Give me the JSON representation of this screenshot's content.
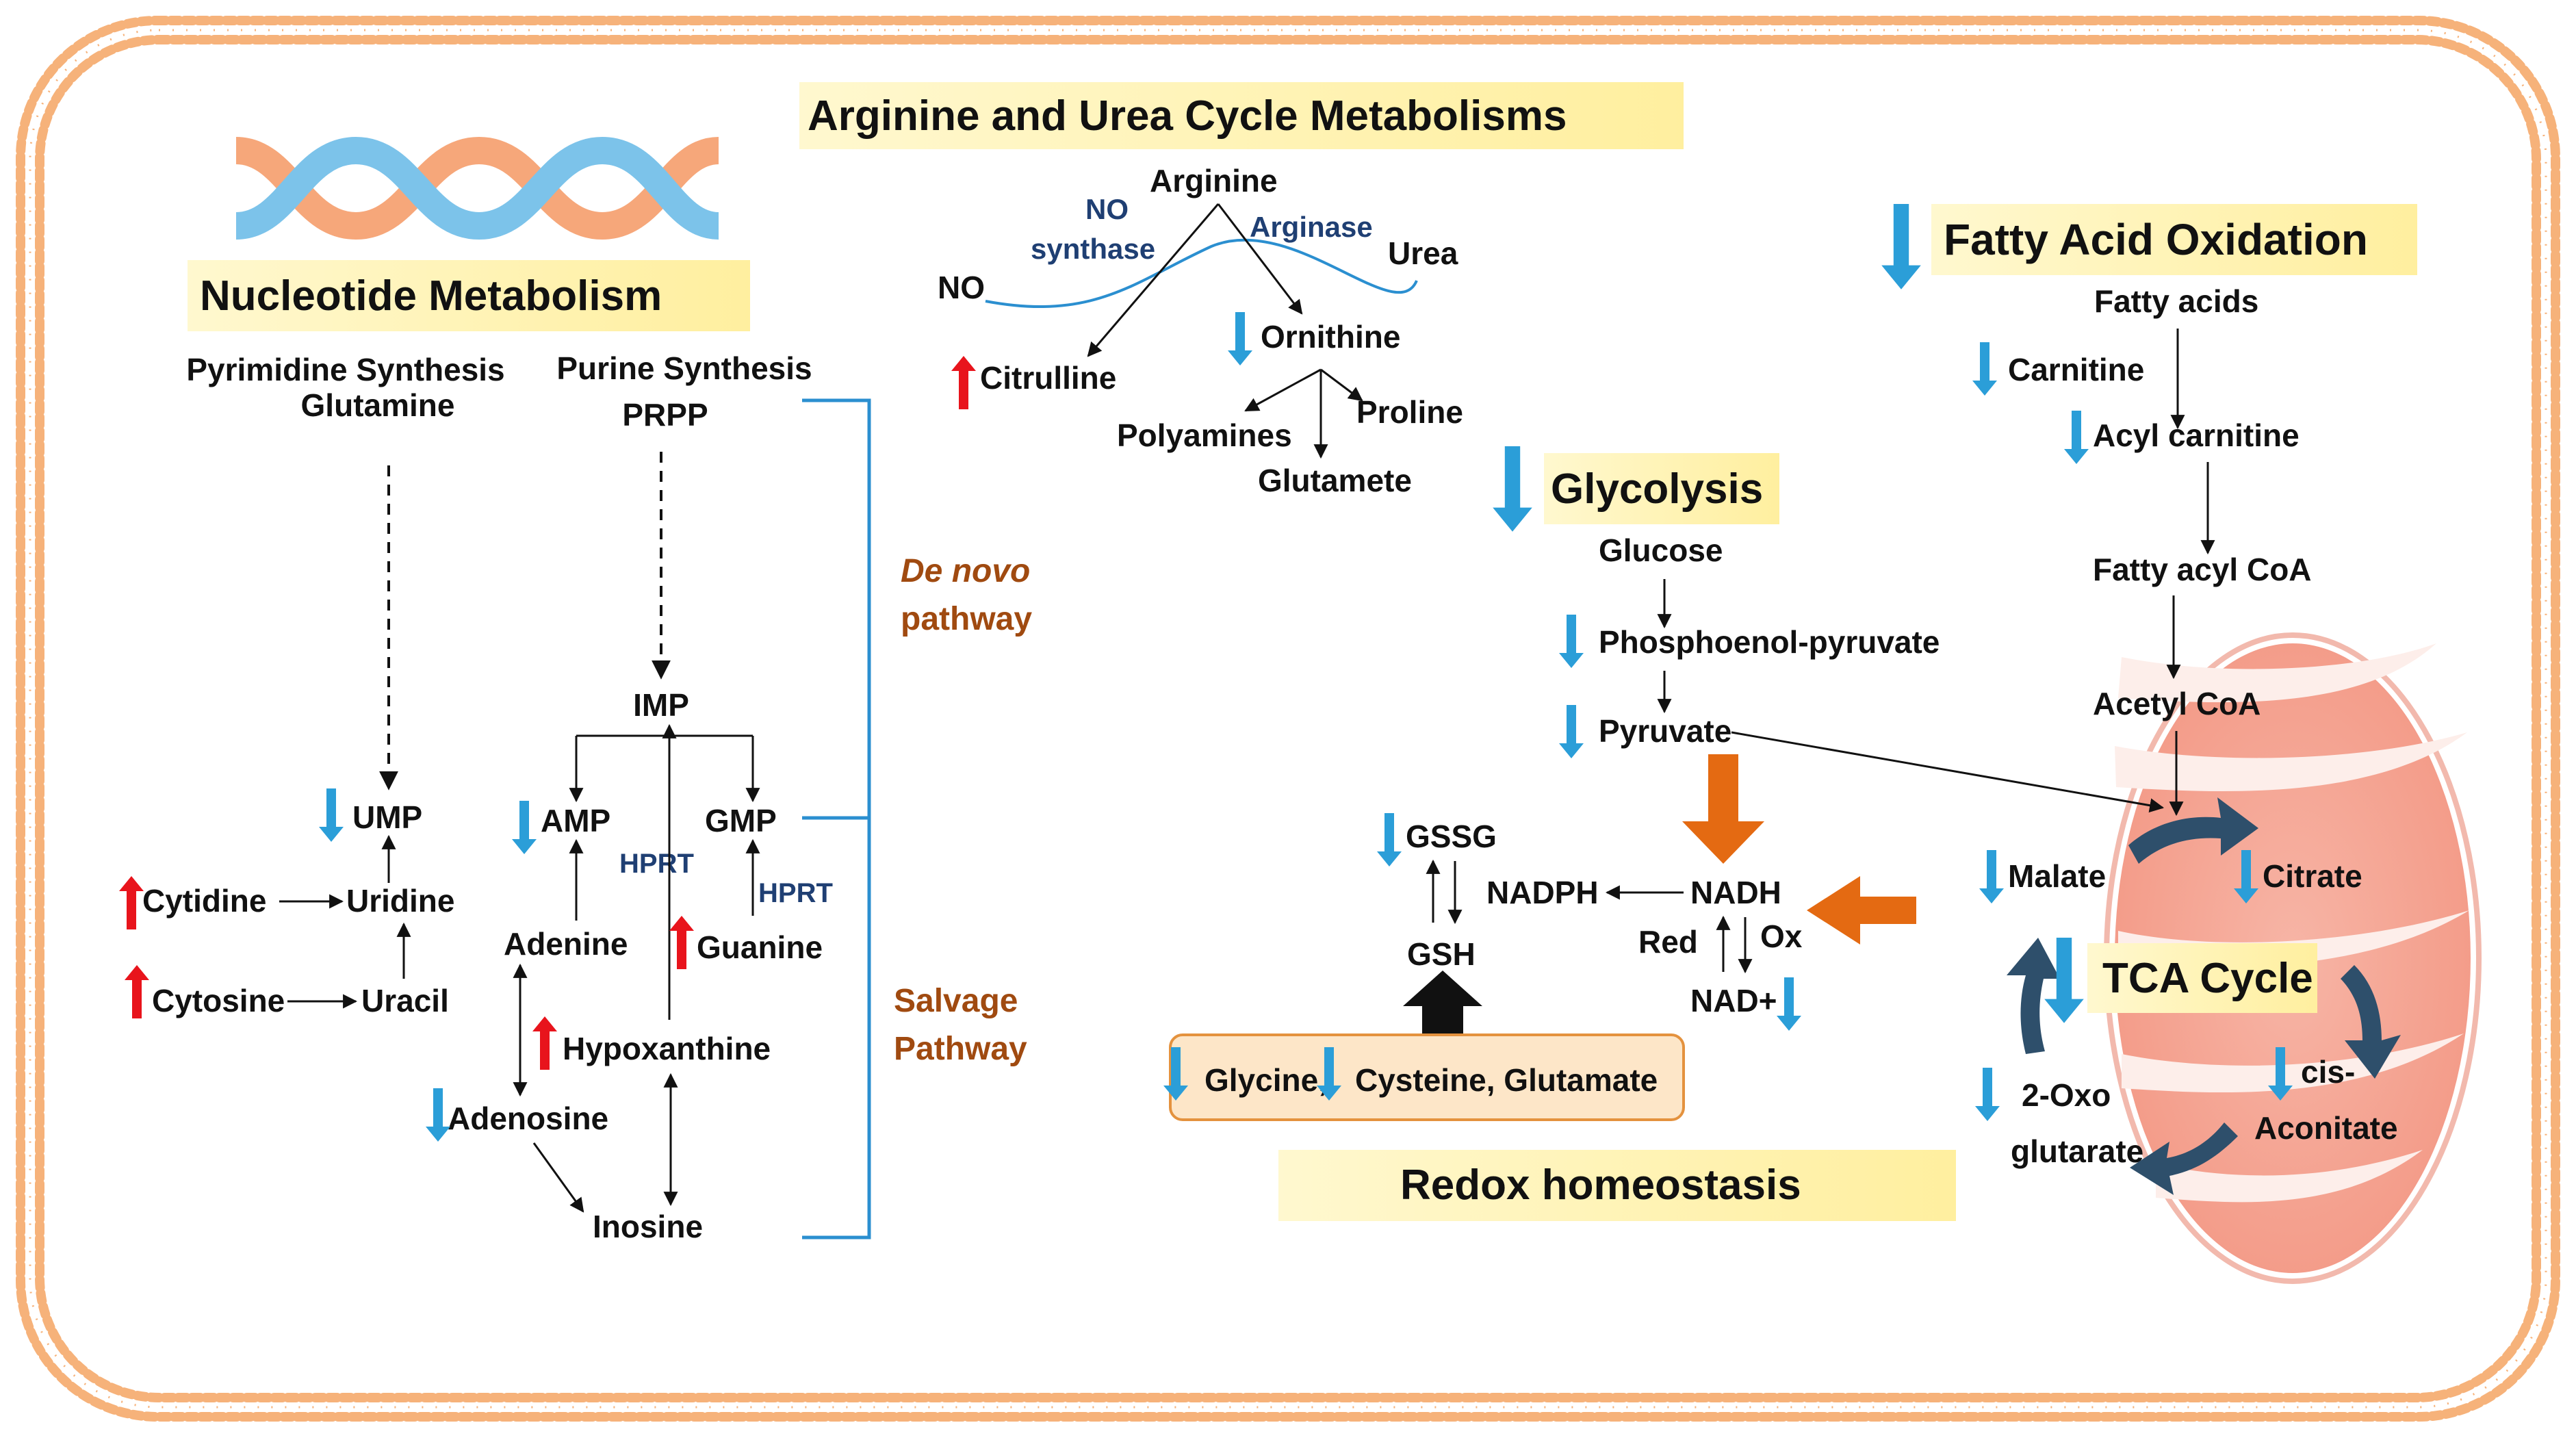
{
  "titles": {
    "arginine": "Arginine and Urea Cycle Metabolisms",
    "nucleotide": "Nucleotide Metabolism",
    "fatty_acid": "Fatty Acid Oxidation",
    "glycolysis": "Glycolysis",
    "tca": "TCA Cycle",
    "redox": "Redox homeostasis"
  },
  "nucleotide": {
    "pyrimidine_synthesis": "Pyrimidine Synthesis",
    "glutamine": "Glutamine",
    "purine_synthesis": "Purine Synthesis",
    "prpp": "PRPP",
    "imp": "IMP",
    "ump": "UMP",
    "amp": "AMP",
    "gmp": "GMP",
    "hprt": "HPRT",
    "cytidine": "Cytidine",
    "uridine": "Uridine",
    "cytosine": "Cytosine",
    "uracil": "Uracil",
    "adenine": "Adenine",
    "guanine": "Guanine",
    "hypoxanthine": "Hypoxanthine",
    "adenosine": "Adenosine",
    "inosine": "Inosine",
    "de_novo_1": "De novo",
    "de_novo_2": "pathway",
    "salvage_1": "Salvage",
    "salvage_2": "Pathway"
  },
  "arginine": {
    "arginine": "Arginine",
    "no_synthase_1": "NO",
    "no_synthase_2": "synthase",
    "arginase": "Arginase",
    "no": "NO",
    "urea": "Urea",
    "citrulline": "Citrulline",
    "ornithine": "Ornithine",
    "polyamines": "Polyamines",
    "proline": "Proline",
    "glutamete": "Glutamete"
  },
  "fatty_acid": {
    "fatty_acids": "Fatty acids",
    "carnitine": "Carnitine",
    "acyl_carnitine": "Acyl carnitine",
    "fatty_acyl_coa": "Fatty acyl CoA",
    "acetyl_coa": "Acetyl CoA"
  },
  "glycolysis": {
    "glucose": "Glucose",
    "pep": "Phosphoenol-pyruvate",
    "pyruvate": "Pyruvate"
  },
  "redox": {
    "gssg": "GSSG",
    "gsh": "GSH",
    "nadph": "NADPH",
    "nadh": "NADH",
    "nadplus": "NAD+",
    "red": "Red",
    "ox": "Ox",
    "glycine": "Glycine,",
    "cysteine": "Cysteine, Glutamate"
  },
  "tca": {
    "malate": "Malate",
    "citrate": "Citrate",
    "cis_1": "cis-",
    "cis_2": "Aconitate",
    "oxo_1": "2-Oxo",
    "oxo_2": "glutarate"
  },
  "colors": {
    "up_arrow": "#e8141c",
    "down_arrow": "#2b9ed8",
    "title_box": "#fff3b8",
    "membrane": "#f6b27a",
    "orange_arrow": "#e46a12",
    "mito_outer": "#f4a79a",
    "mito_inner": "#ec8774",
    "tca_arrow": "#2e4f6b",
    "dna_orange": "#f6a77a",
    "dna_blue": "#7cc3ea",
    "bracket": "#2b8fd0"
  }
}
